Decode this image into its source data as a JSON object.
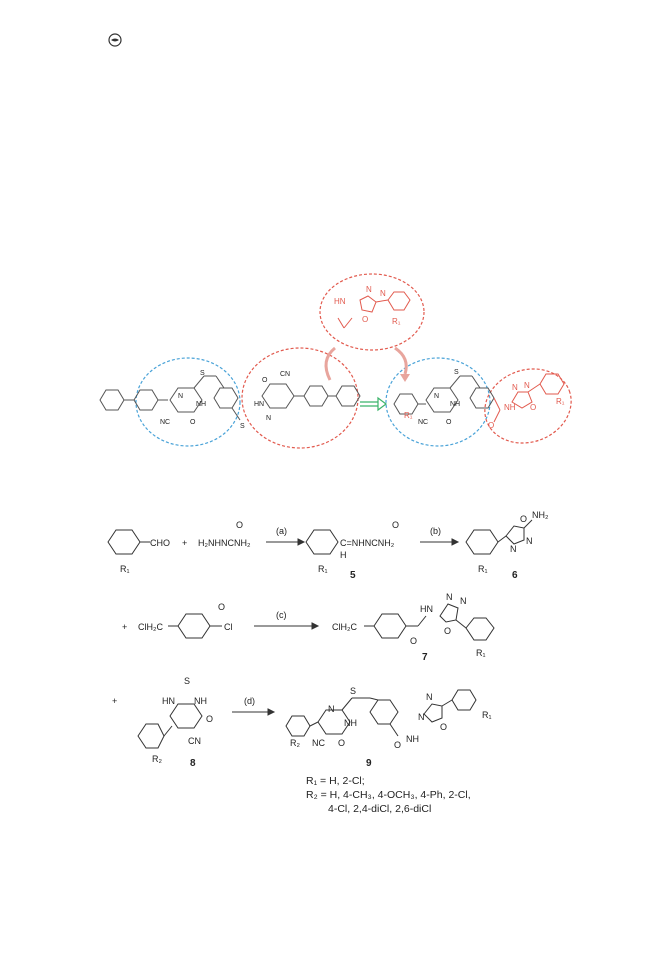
{
  "page": {
    "header_icon": "circle-logo-icon"
  },
  "design_scheme": {
    "core_labels": {
      "cn_left": "NC",
      "nh_left": "NH",
      "n_left": "N",
      "o_left": "O",
      "s_left": "S",
      "s_bottom": "S",
      "hn_mid": "HN",
      "n_mid": "N",
      "o_mid": "O",
      "cn_mid": "CN",
      "cn_right": "NC",
      "nh_right": "NH",
      "n_right": "N",
      "o_right": "O",
      "s_right": "S",
      "r_right": "R₁"
    },
    "fragment_labels": {
      "hn": "HN",
      "n1": "N",
      "n2": "N",
      "o": "O",
      "r": "R₁",
      "nh": "NH",
      "o2": "O",
      "n3": "N",
      "n4": "N",
      "o3": "O",
      "r2": "R₁"
    },
    "colors": {
      "blue_ellipse": "#4aa3d8",
      "red_ellipse": "#e25a4e",
      "green_arrow": "#3bb36a",
      "structure": "#555555"
    }
  },
  "synthesis": {
    "step1": {
      "reagent_a": "CHO",
      "plus": "+",
      "reagent_b": "H₂NHNCNH₂",
      "reagent_b_o": "O",
      "condition": "(a)",
      "product_5_label": "C=NHNCNH₂",
      "product_5_h": "H",
      "product_5_o": "O",
      "r1_a": "R₁",
      "r1_b": "R₁",
      "cmpd5": "5",
      "condition_b": "(b)",
      "oxadiazole_o": "O",
      "oxadiazole_n1": "N",
      "oxadiazole_n2": "N",
      "nh2": "NH₂",
      "r1_c": "R₁",
      "cmpd6": "6"
    },
    "step2": {
      "plus": "+",
      "reagent": "ClH₂C",
      "acyl_o": "O",
      "acyl_cl": "Cl",
      "condition": "(c)",
      "product_ch2cl": "ClH₂C",
      "product_hn": "HN",
      "product_o": "O",
      "product_n1": "N",
      "product_n2": "N",
      "product_o2": "O",
      "r1": "R₁",
      "cmpd7": "7"
    },
    "step3": {
      "plus": "+",
      "s": "S",
      "hn": "HN",
      "nh": "NH",
      "o": "O",
      "cn": "CN",
      "r2": "R₂",
      "cmpd8": "8",
      "condition": "(d)",
      "p_s": "S",
      "p_n": "N",
      "p_nh": "NH",
      "p_o": "O",
      "p_nc": "NC",
      "p_r2": "R₂",
      "p_n1": "N",
      "p_n2": "N",
      "p_o2": "O",
      "p_r1": "R₁",
      "p_amide_o": "O",
      "p_amide_nh": "NH",
      "cmpd9": "9"
    },
    "notes": {
      "r1": "R₁ = H, 2-Cl;",
      "r2_line1": "R₂ = H, 4-CH₃, 4-OCH₃, 4-Ph, 2-Cl,",
      "r2_line2": "4-Cl, 2,4-diCl, 2,6-diCl"
    }
  }
}
